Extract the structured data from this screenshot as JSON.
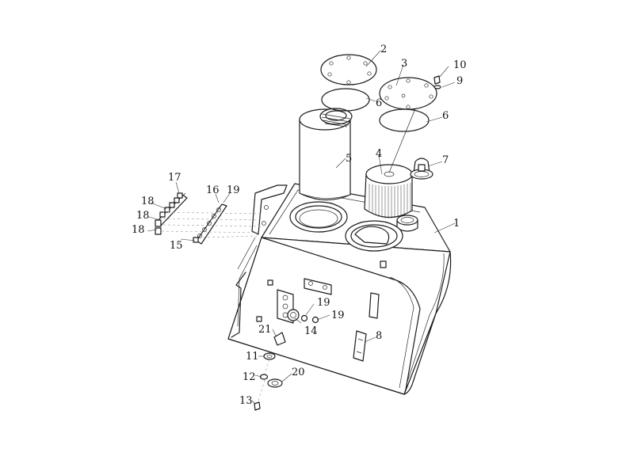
{
  "callouts": [
    {
      "text": "1"
    },
    {
      "text": "2"
    },
    {
      "text": "3"
    },
    {
      "text": "4"
    },
    {
      "text": "5"
    },
    {
      "text": "6"
    },
    {
      "text": "6"
    },
    {
      "text": "7"
    },
    {
      "text": "8"
    },
    {
      "text": "9"
    },
    {
      "text": "10"
    },
    {
      "text": "11"
    },
    {
      "text": "12"
    },
    {
      "text": "13"
    },
    {
      "text": "14"
    },
    {
      "text": "15"
    },
    {
      "text": "16"
    },
    {
      "text": "17"
    },
    {
      "text": "18"
    },
    {
      "text": "18"
    },
    {
      "text": "18"
    },
    {
      "text": "19"
    },
    {
      "text": "19"
    },
    {
      "text": "19"
    },
    {
      "text": "20"
    },
    {
      "text": "21"
    }
  ]
}
